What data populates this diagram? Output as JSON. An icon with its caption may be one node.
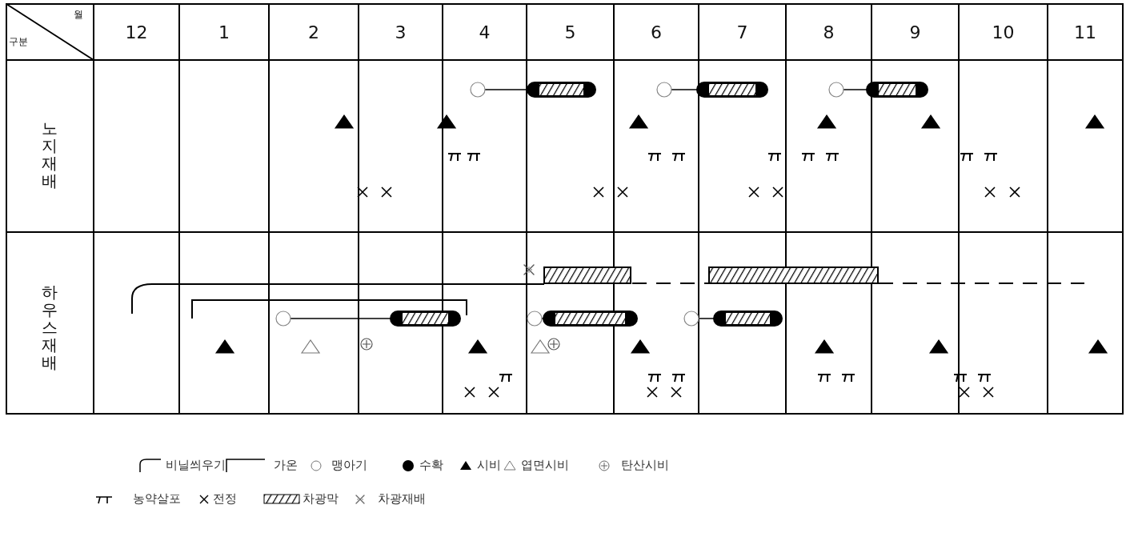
{
  "diagram": {
    "labels": [
      "월",
      "구분",
      "12",
      "1",
      "2",
      "3",
      "4",
      "5",
      "6",
      "7",
      "8",
      "9",
      "10",
      "11",
      "노지재배",
      "하우스재배"
    ],
    "legend": [
      {
        "text": "비닐씌우기"
      },
      {
        "text": "가온"
      },
      {
        "text": "맹아기"
      },
      {
        "text": "수확"
      },
      {
        "text": "시비"
      },
      {
        "text": "엽면시비"
      },
      {
        "text": "탄산시비"
      },
      {
        "text": "농약살포"
      },
      {
        "text": "전정"
      },
      {
        "text": "차광막"
      },
      {
        "text": "차광재배"
      }
    ]
  }
}
